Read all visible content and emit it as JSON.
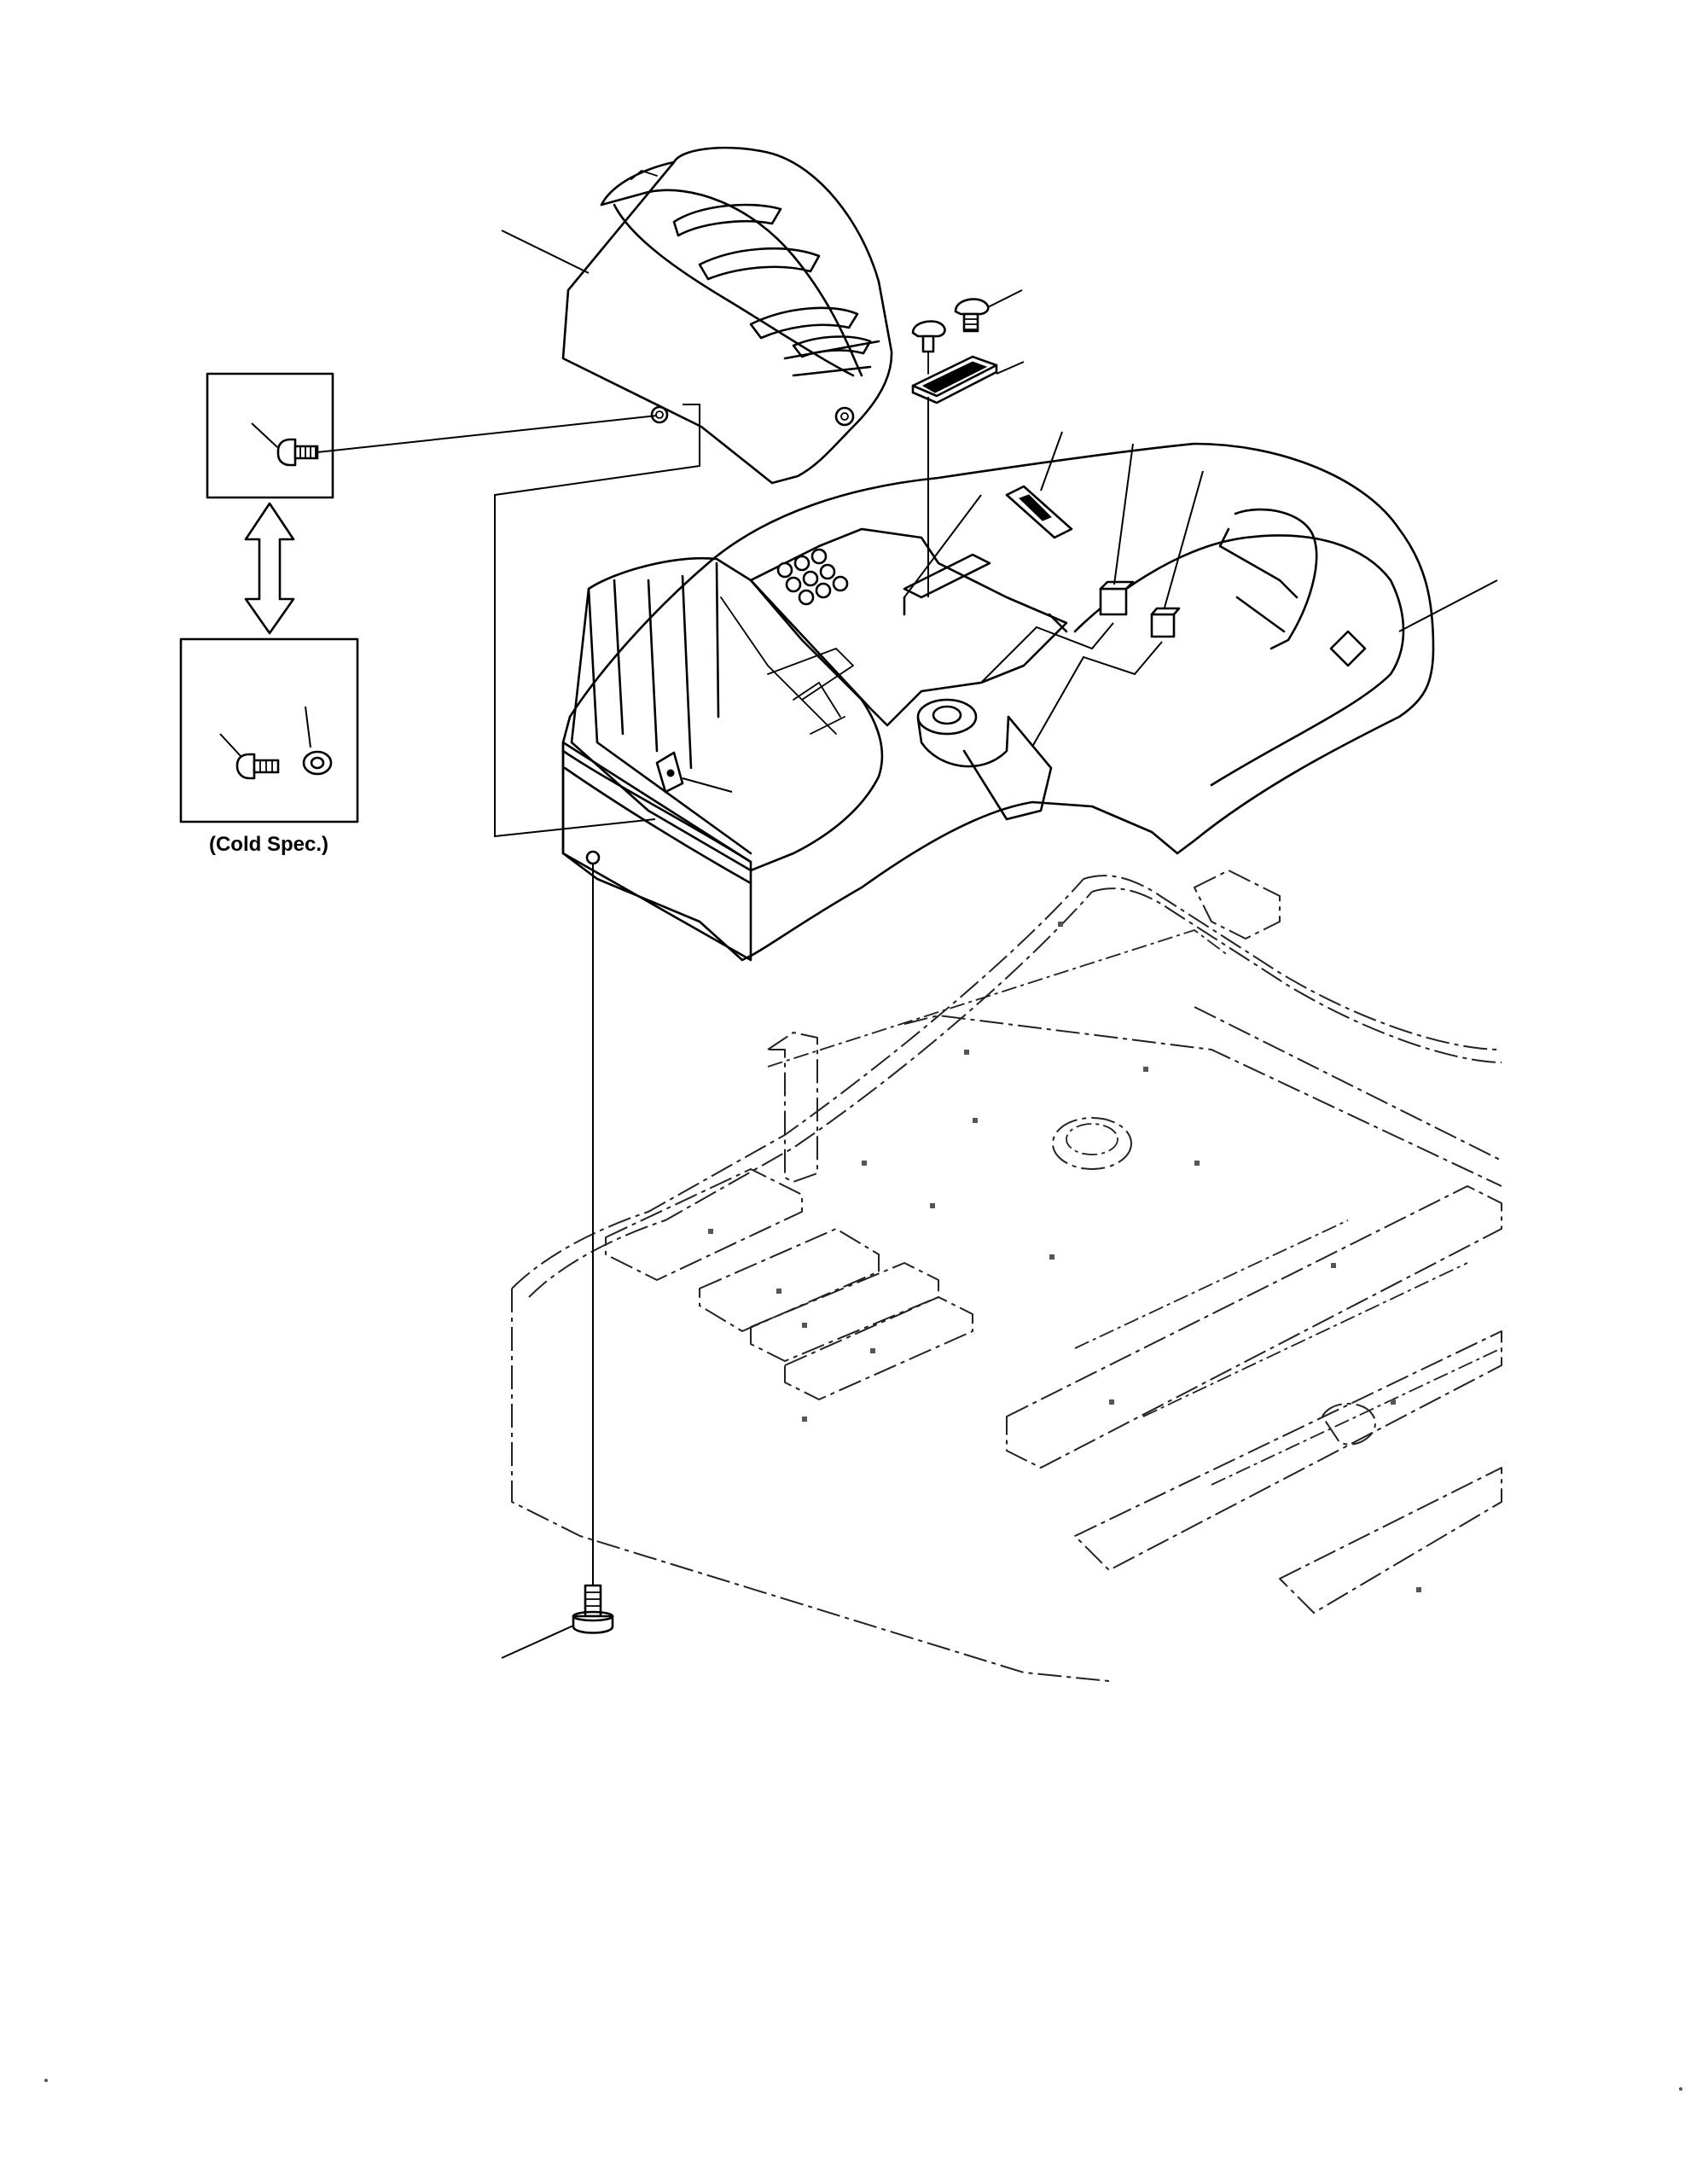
{
  "figure": {
    "inset_caption": "(Cold Spec.)"
  },
  "parts": [
    {
      "name": "rear-cover"
    },
    {
      "name": "cover-bolt"
    },
    {
      "name": "cold-spec-bolt"
    },
    {
      "name": "cold-spec-washer"
    },
    {
      "name": "screw-upper"
    },
    {
      "name": "screw-lower"
    },
    {
      "name": "cover-plate"
    },
    {
      "name": "clip-a"
    },
    {
      "name": "clip-b"
    },
    {
      "name": "clip-c"
    },
    {
      "name": "floor-panel"
    },
    {
      "name": "nut-clip"
    },
    {
      "name": "mounting-bolt"
    }
  ],
  "colors": {
    "line": "#000000",
    "background": "#ffffff"
  }
}
